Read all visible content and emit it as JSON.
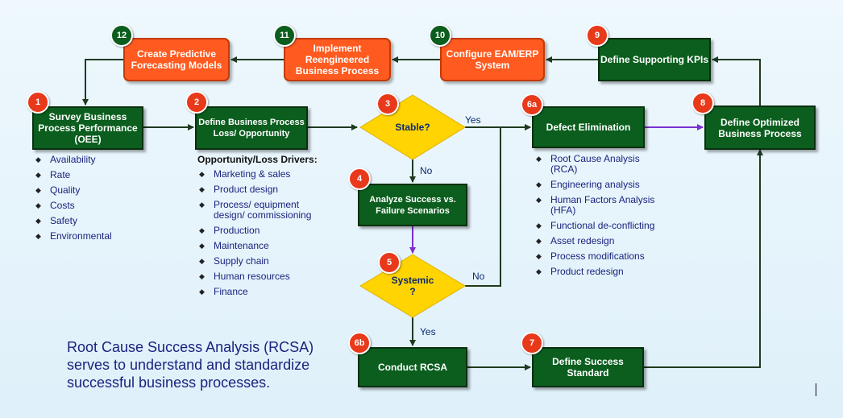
{
  "nodes": {
    "n1": {
      "badge": "1",
      "label": "Survey Business Process Performance (OEE)"
    },
    "n2": {
      "badge": "2",
      "label": "Define Business Process Loss/ Opportunity"
    },
    "n3": {
      "badge": "3",
      "label": "Stable?"
    },
    "n4": {
      "badge": "4",
      "label": "Analyze Success vs. Failure Scenarios"
    },
    "n5": {
      "badge": "5",
      "label": "Systemic ?"
    },
    "n6a": {
      "badge": "6a",
      "label": "Defect Elimination"
    },
    "n6b": {
      "badge": "6b",
      "label": "Conduct RCSA"
    },
    "n7": {
      "badge": "7",
      "label": "Define Success Standard"
    },
    "n8": {
      "badge": "8",
      "label": "Define Optimized Business Process"
    },
    "n9": {
      "badge": "9",
      "label": "Define Supporting KPIs"
    },
    "n10": {
      "badge": "10",
      "label": "Configure EAM/ERP System"
    },
    "n11": {
      "badge": "11",
      "label": "Implement Reengineered Business Process"
    },
    "n12": {
      "badge": "12",
      "label": "Create Predictive Forecasting Models"
    }
  },
  "edge_labels": {
    "stable_yes": "Yes",
    "stable_no": "No",
    "systemic_no": "No",
    "systemic_yes": "Yes"
  },
  "survey_list": [
    "Availability",
    "Rate",
    "Quality",
    "Costs",
    "Safety",
    "Environmental"
  ],
  "drivers": {
    "heading": "Opportunity/Loss  Drivers:",
    "items": [
      "Marketing & sales",
      "Product design",
      "Process/ equipment design/ commissioning",
      "Production",
      "Maintenance",
      "Supply chain",
      "Human resources",
      "Finance"
    ]
  },
  "defect_methods": [
    "Root Cause Analysis (RCA)",
    "Engineering analysis",
    "Human Factors Analysis (HFA)",
    "Functional de-conflicting",
    "Asset redesign",
    "Process modifications",
    "Product redesign"
  ],
  "caption": "Root Cause Success Analysis (RCSA) serves to understand and standardize successful business processes.",
  "colors": {
    "process_green": "#0b5e1e",
    "future_orange": "#ff5a1f",
    "decision_yellow": "#ffd400",
    "badge_red": "#e8391a",
    "purple_arrow": "#7a2fd0",
    "text_navy": "#1a237e"
  }
}
